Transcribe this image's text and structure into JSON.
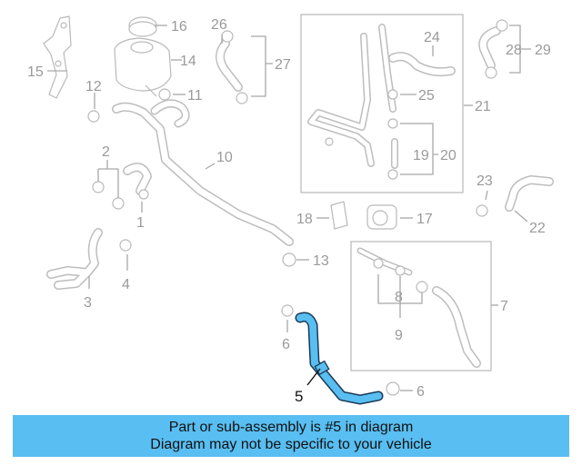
{
  "callouts": {
    "c1": "1",
    "c2": "2",
    "c3": "3",
    "c4": "4",
    "c5": "5",
    "c6a": "6",
    "c6b": "6",
    "c7": "7",
    "c8": "8",
    "c9": "9",
    "c10": "10",
    "c11": "11",
    "c12": "12",
    "c13": "13",
    "c14": "14",
    "c15": "15",
    "c16": "16",
    "c17": "17",
    "c18": "18",
    "c19": "19",
    "c20": "20",
    "c21": "21",
    "c22": "22",
    "c23": "23",
    "c24": "24",
    "c25": "25",
    "c26": "26",
    "c27": "27",
    "c28": "28",
    "c29": "29"
  },
  "highlight": {
    "part_number": "5",
    "color": "#59bef1"
  },
  "banner": {
    "line1": "Part or sub-assembly is #5 in diagram",
    "line2": "Diagram may not be specific to your vehicle",
    "color": "#59bef1"
  }
}
